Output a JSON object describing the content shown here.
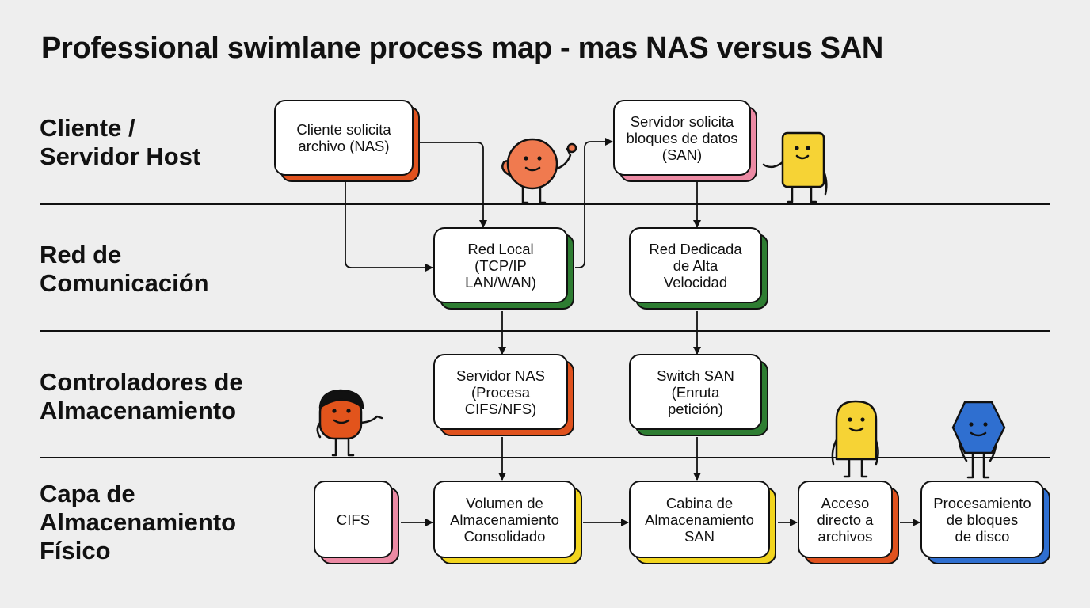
{
  "title": "Professional swimlane process map - mas NAS versus SAN",
  "lanes": [
    {
      "label_lines": [
        "Cliente /",
        "Servidor Host"
      ]
    },
    {
      "label_lines": [
        "Red de",
        "Comunicación"
      ]
    },
    {
      "label_lines": [
        "Controladores de",
        "Almacenamiento"
      ]
    },
    {
      "label_lines": [
        "Capa de",
        "Almacenamiento",
        "Físico"
      ]
    }
  ],
  "nodes": {
    "cliente_nas": {
      "lines": [
        "Cliente solicita",
        "archivo (NAS)"
      ],
      "color": "#e0521e"
    },
    "servidor_san": {
      "lines": [
        "Servidor solicita",
        "bloques de datos",
        "(SAN)"
      ],
      "color": "#ec8aa4"
    },
    "red_local": {
      "lines": [
        "Red Local",
        "(TCP/IP",
        "LAN/WAN)"
      ],
      "color": "#2e7d32"
    },
    "red_dedicada": {
      "lines": [
        "Red Dedicada",
        "de Alta",
        "Velocidad"
      ],
      "color": "#2e7d32"
    },
    "servidor_nas": {
      "lines": [
        "Servidor NAS",
        "(Procesa",
        "CIFS/NFS)"
      ],
      "color": "#e0521e"
    },
    "switch_san": {
      "lines": [
        "Switch SAN",
        "(Enruta",
        "petición)"
      ],
      "color": "#2e7d32"
    },
    "cifs": {
      "lines": [
        "CIFS"
      ],
      "color": "#ec8aa4"
    },
    "volumen": {
      "lines": [
        "Volumen de",
        "Almacenamiento",
        "Consolidado"
      ],
      "color": "#f2d51e"
    },
    "cabina": {
      "lines": [
        "Cabina de",
        "Almacenamiento",
        "SAN"
      ],
      "color": "#f2d51e"
    },
    "acceso": {
      "lines": [
        "Acceso",
        "directo a",
        "archivos"
      ],
      "color": "#e0521e"
    },
    "procesamiento": {
      "lines": [
        "Procesamiento",
        "de bloques",
        "de disco"
      ],
      "color": "#2f6fd0"
    }
  },
  "mascots": [
    {
      "name": "orange-round-mascot",
      "color": "#f07a4f"
    },
    {
      "name": "yellow-square-mascot",
      "color": "#f6d335"
    },
    {
      "name": "orange-girl-mascot",
      "color": "#e2541c"
    },
    {
      "name": "yellow-ghost-mascot",
      "color": "#f6d335"
    },
    {
      "name": "blue-hexagon-mascot",
      "color": "#2f6fd0"
    }
  ]
}
